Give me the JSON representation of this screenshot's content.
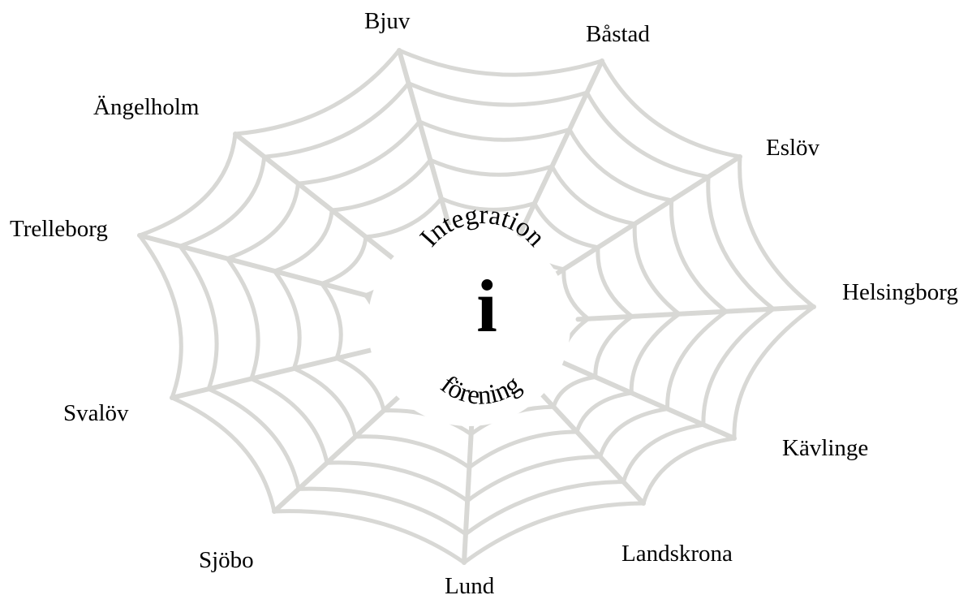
{
  "diagram": {
    "center": {
      "top_text": "Integration",
      "letter": "i",
      "bottom_text": "förening"
    },
    "municipalities": [
      "Bjuv",
      "Båstad",
      "Eslöv",
      "Helsingborg",
      "Kävlinge",
      "Landskrona",
      "Lund",
      "Sjöbo",
      "Svalöv",
      "Trelleborg",
      "Ängelholm"
    ],
    "colors": {
      "web_thread": "#d8d8d5",
      "text": "#000000",
      "background": "#ffffff"
    }
  }
}
